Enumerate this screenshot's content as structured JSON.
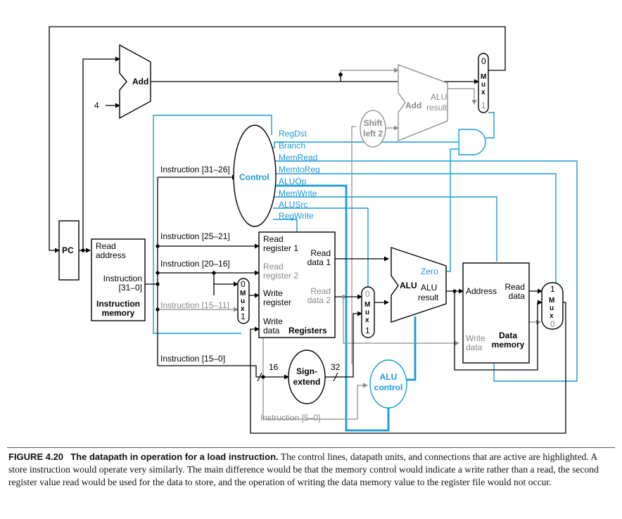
{
  "colors": {
    "active": "#000000",
    "control": "#1a9ad6",
    "inactive": "#8a8a8a"
  },
  "labels": {
    "add_top": "Add",
    "const_four": "4",
    "shift_left": [
      "Shift",
      "left 2"
    ],
    "alu_add": "Add",
    "alu_add_result": [
      "ALU",
      "result"
    ],
    "mux": [
      "M",
      "u",
      "x"
    ],
    "mux_zero": "0",
    "mux_one": "1",
    "pc": "PC",
    "imem_read_address": [
      "Read",
      "address"
    ],
    "imem_instruction": [
      "Instruction",
      "[31–0]"
    ],
    "imem_title": [
      "Instruction",
      "memory"
    ],
    "instr_31_26": "Instruction [31–26]",
    "instr_25_21": "Instruction [25–21]",
    "instr_20_16": "Instruction [20–16]",
    "instr_15_11": "Instruction [15–11]",
    "instr_15_0": "Instruction [15–0]",
    "instr_5_0": "Instruction [5–0]",
    "control": "Control",
    "control_signals": [
      "RegDst",
      "Branch",
      "MemRead",
      "MemtoReg",
      "ALUOp",
      "MemWrite",
      "ALUSrc",
      "RegWrite"
    ],
    "reg_read1": [
      "Read",
      "register 1"
    ],
    "reg_read2": [
      "Read",
      "register 2"
    ],
    "reg_write_reg": [
      "Write",
      "register"
    ],
    "reg_write_data": [
      "Write",
      "data"
    ],
    "reg_data1": [
      "Read",
      "data 1"
    ],
    "reg_data2": [
      "Read",
      "data 2"
    ],
    "registers": "Registers",
    "alu": "ALU",
    "alu_zero": "Zero",
    "alu_result": [
      "ALU",
      "result"
    ],
    "dmem_address": "Address",
    "dmem_read_data": [
      "Read",
      "data"
    ],
    "dmem_write_data": [
      "Write",
      "data"
    ],
    "dmem_title": [
      "Data",
      "memory"
    ],
    "sign_extend": [
      "Sign-",
      "extend"
    ],
    "width_16": "16",
    "width_32": "32",
    "alu_control": [
      "ALU",
      "control"
    ]
  },
  "caption": {
    "figure": "FIGURE 4.20",
    "title": "The datapath in operation for a load instruction.",
    "body": " The control lines, datapath units, and connections that are active are highlighted. A store instruction would operate very similarly. The main difference would be that the memory control would indicate a write rather than a read, the second register value read would be used for the data to store, and the operation of writing the data memory value to the register file would not occur."
  }
}
